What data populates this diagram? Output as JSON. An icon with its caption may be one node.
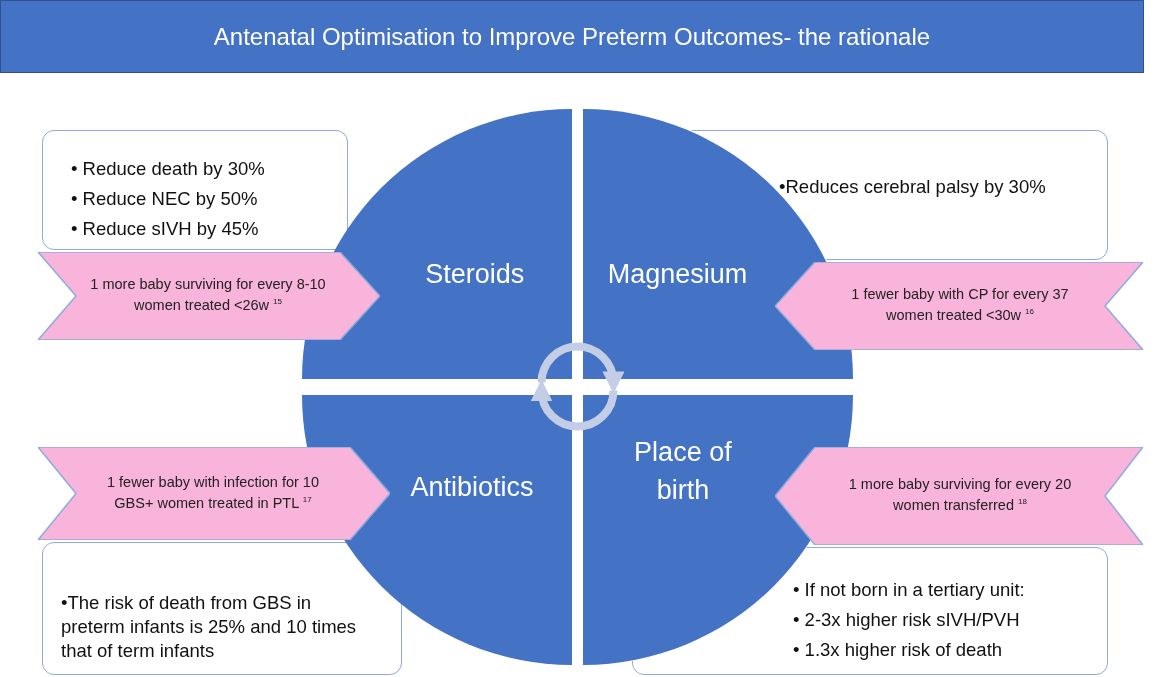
{
  "diagram": {
    "title": "Antenatal Optimisation to Improve Preterm Outcomes- the rationale",
    "nodes": [
      {
        "text": [
          "• Reduce death by 30%",
          "• Reduce NEC by 50%",
          "• Reduce sIVH by 45%"
        ]
      },
      {
        "text": [
          "•Reduces cerebral palsy by 30%"
        ]
      },
      {
        "text": [
          "•The risk of death from GBS in preterm infants is 25% and 10 times that of term infants"
        ]
      },
      {
        "text": [
          "• If not born in a tertiary unit:",
          "• 2-3x higher risk sIVH/PVH",
          "• 1.3x higher risk of death"
        ]
      },
      {
        "text": [
          "Steroids"
        ]
      },
      {
        "text": [
          "Magnesium"
        ]
      },
      {
        "text": [
          "Antibiotics"
        ]
      },
      {
        "text": [
          "Place of birth"
        ]
      },
      {
        "text": [
          "1 more baby surviving for every 8-10 women treated <26w $^{15}$"
        ]
      },
      {
        "text": [
          "1 fewer baby with CP for every 37 women treated <30w $^{16}$"
        ]
      },
      {
        "text": [
          "1 fewer baby with infection for 10 GBS+ women treated in PTL $^{17}$"
        ]
      },
      {
        "text": [
          "1 more baby surviving for every 20 women transferred $^{18}$"
        ]
      }
    ],
    "edges": [
      {
        "from": 4,
        "to": 5,
        "arrow": "to"
      },
      {
        "from": 7,
        "to": 6,
        "arrow": "to"
      }
    ]
  }
}
